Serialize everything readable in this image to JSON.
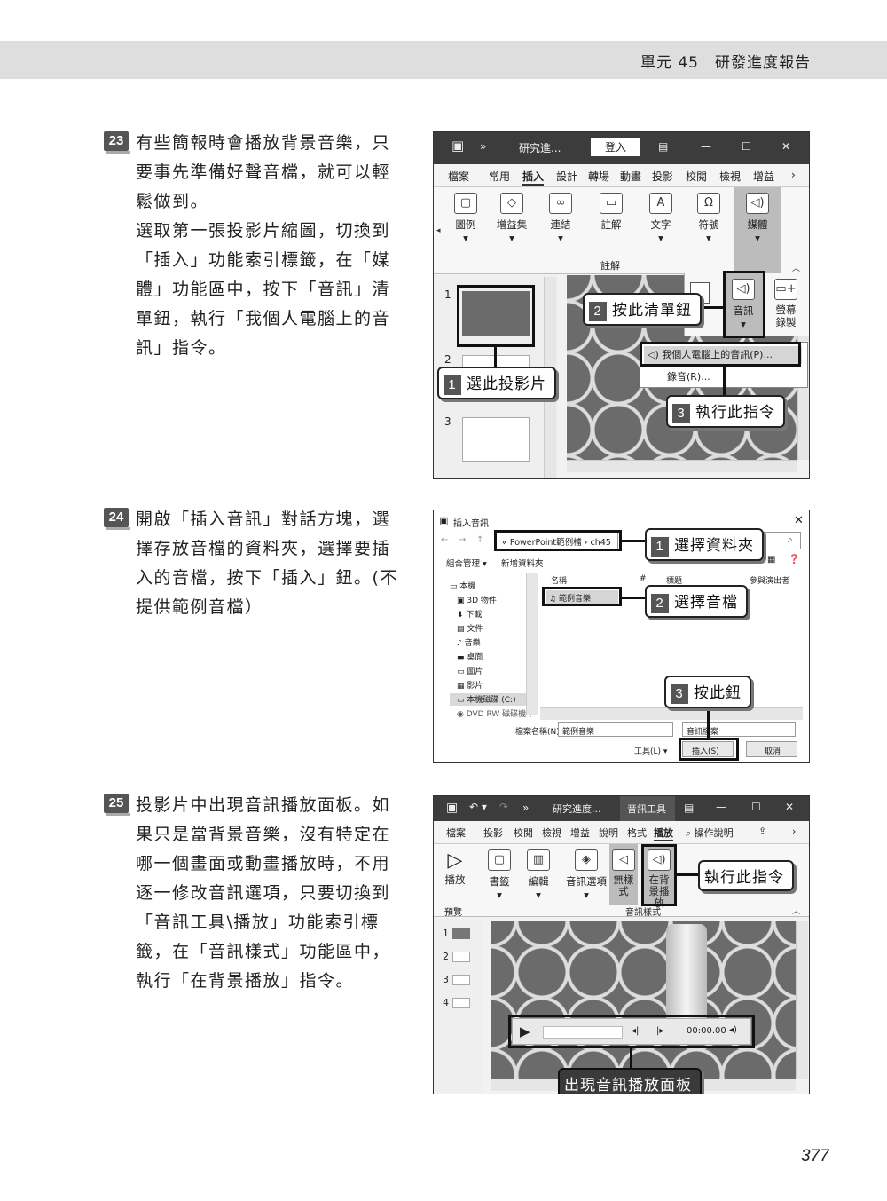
{
  "header": {
    "title": "單元 45　研發進度報告"
  },
  "page_number": "377",
  "steps": [
    {
      "number": "23",
      "lines": [
        "有些簡報時會播放背景音樂，只",
        "要事先準備好聲音檔，就可以輕",
        "鬆做到。",
        "選取第一張投影片縮圖，切換到",
        "「插入」功能索引標籤，在「媒",
        "體」功能區中，按下「音訊」清",
        "單鈕，執行「我個人電腦上的音",
        "訊」指令。"
      ]
    },
    {
      "number": "24",
      "lines": [
        "開啟「插入音訊」對話方塊，選",
        "擇存放音檔的資料夾，選擇要插",
        "入的音檔，按下「插入」鈕。(不",
        "提供範例音檔）"
      ]
    },
    {
      "number": "25",
      "lines": [
        "投影片中出現音訊播放面板。如",
        "果只是當背景音樂，沒有特定在",
        "哪一個畫面或動畫播放時，不用",
        "逐一修改音訊選項，只要切換到",
        "「音訊工具\\播放」功能索引標",
        "籤，在「音訊樣式」功能區中，",
        "執行「在背景播放」指令。"
      ]
    }
  ],
  "shot1": {
    "title": "研究進...",
    "login": "登入",
    "tabs": [
      "檔案",
      "常用",
      "插入",
      "設計",
      "轉場",
      "動畫",
      "投影",
      "校閱",
      "檢視",
      "增益"
    ],
    "ribbon": [
      {
        "label": "圖例",
        "icon": "▢"
      },
      {
        "label": "增益集",
        "icon": "◇"
      },
      {
        "label": "連結",
        "icon": "∞"
      },
      {
        "label": "註解",
        "icon": "▭"
      },
      {
        "label": "文字",
        "icon": "A"
      },
      {
        "label": "符號",
        "icon": "Ω"
      },
      {
        "label": "媒體",
        "icon": "◁)"
      }
    ],
    "group_label": "註解",
    "dropdown": {
      "audio": "音訊",
      "screen_record": "螢幕錄製",
      "pc_audio": "我個人電腦上的音訊(P)...",
      "record": "錄音(R)..."
    },
    "slides": [
      "1",
      "2",
      "3"
    ],
    "callouts": [
      {
        "n": "1",
        "text": "選此投影片"
      },
      {
        "n": "2",
        "text": "按此清單鈕"
      },
      {
        "n": "3",
        "text": "執行此指令"
      }
    ]
  },
  "shot2": {
    "title": "插入音訊",
    "path": "« PowerPoint範例檔 › ch45",
    "organize": "組合管理 ▾",
    "new_folder": "新增資料夾",
    "nav": [
      "本機",
      "3D 物件",
      "下載",
      "文件",
      "音樂",
      "桌面",
      "圖片",
      "影片",
      "本機磁碟 (C:)",
      "DVD RW 磁碟機 ("
    ],
    "col_name": "名稱",
    "col_num": "#",
    "col_title": "標題",
    "col_artist": "參與演出者",
    "file": "範例音樂",
    "filename_label": "檔案名稱(N):",
    "filename_value": "範例音樂",
    "filetype": "音訊檔案",
    "tools": "工具(L)",
    "insert": "插入(S)",
    "cancel": "取消",
    "callouts": [
      {
        "n": "1",
        "text": "選擇資料夾"
      },
      {
        "n": "2",
        "text": "選擇音檔"
      },
      {
        "n": "3",
        "text": "按此鈕"
      }
    ]
  },
  "shot3": {
    "title": "研究進度...",
    "tools_tab": "音訊工具",
    "tabs": [
      "檔案",
      "投影",
      "校閱",
      "檢視",
      "增益",
      "說明",
      "格式",
      "播放",
      "操作說明"
    ],
    "ribbon": [
      {
        "label": "播放",
        "icon": "▷"
      },
      {
        "label": "書籤",
        "icon": "▢"
      },
      {
        "label": "編輯",
        "icon": "▥"
      },
      {
        "label": "音訊選項",
        "icon": "◈"
      },
      {
        "label": "無樣式",
        "icon": "◁"
      },
      {
        "label": "在背景播放",
        "icon": "◁)"
      }
    ],
    "group_preview": "預覽",
    "group_style": "音訊樣式",
    "slides": [
      "1",
      "2",
      "3",
      "4"
    ],
    "time": "00:00.00",
    "callout_cmd": "執行此指令",
    "callout_panel": "出現音訊播放面板"
  }
}
